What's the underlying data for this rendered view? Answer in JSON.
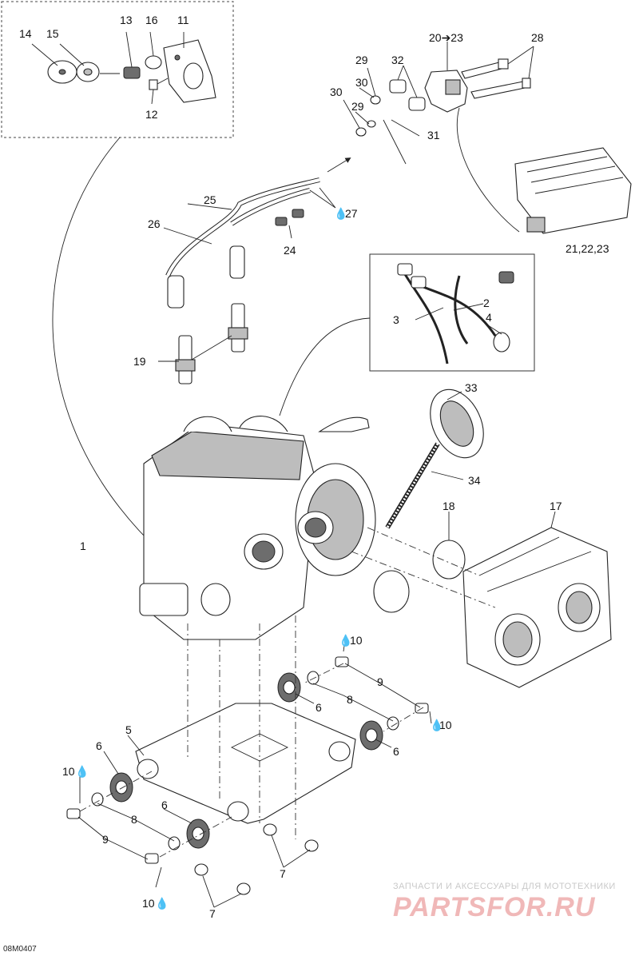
{
  "labels": {
    "l1": "1",
    "l2": "2",
    "l3": "3",
    "l4": "4",
    "l5": "5",
    "l6a": "6",
    "l6b": "6",
    "l6c": "6",
    "l6d": "6",
    "l7a": "7",
    "l7b": "7",
    "l8a": "8",
    "l8b": "8",
    "l9a": "9",
    "l9b": "9",
    "l10a": "10",
    "l10b": "10",
    "l10c": "10",
    "l10d": "10",
    "l11": "11",
    "l12": "12",
    "l13": "13",
    "l14": "14",
    "l15": "15",
    "l16": "16",
    "l17": "17",
    "l18": "18",
    "l19": "19",
    "l20": "20➔23",
    "l21": "21,22,23",
    "l24": "24",
    "l25": "25",
    "l26": "26",
    "l27": "27",
    "l28": "28",
    "l29a": "29",
    "l29b": "29",
    "l30a": "30",
    "l30b": "30",
    "l31": "31",
    "l32": "32",
    "l33": "33",
    "l34": "34"
  },
  "diagram_code": "08M0407",
  "watermark": {
    "line1": "ЗАПЧАСТИ И АКСЕССУАРЫ ДЛЯ МОТОТЕХНИКИ",
    "line2": "PARTSFOR.RU"
  },
  "colors": {
    "watermark_red": "#f0b8b8",
    "watermark_grey": "#c9c9c9"
  }
}
